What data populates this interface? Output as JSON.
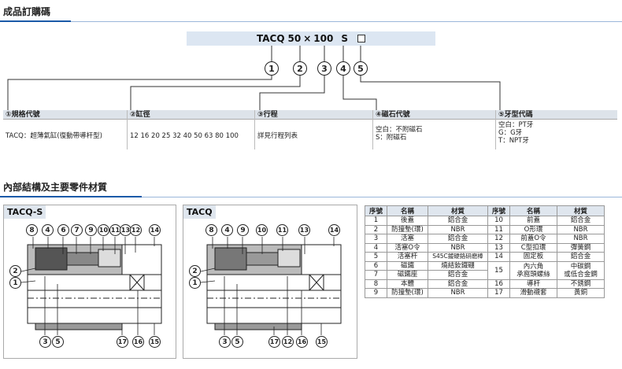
{
  "order_section": {
    "title": "成品訂購碼"
  },
  "order_code": {
    "model": "TACQ",
    "bore": "50",
    "times": "×",
    "stroke": "100",
    "magnet": "S"
  },
  "callouts": [
    "1",
    "2",
    "3",
    "4",
    "5"
  ],
  "spec_table": {
    "columns": [
      {
        "header": "①規格代號",
        "body": [
          "TACQ：超薄氣缸(復動帶導杆型)"
        ]
      },
      {
        "header": "②缸徑",
        "body": [
          "12 16 20 25 32 40 50 63  80 100"
        ]
      },
      {
        "header": "③行程",
        "body": [
          "詳見行程列表"
        ]
      },
      {
        "header": "④磁石代號",
        "body": [
          "空白：不附磁石",
          "S：附磁石"
        ]
      },
      {
        "header": "⑤牙型代碼",
        "body": [
          "空白：PT牙",
          "G：G牙",
          "T：NPT牙"
        ]
      }
    ]
  },
  "structure_section": {
    "title": "內部結構及主要零件材質"
  },
  "diagrams": {
    "left": {
      "label": "TACQ-S",
      "top_callouts": [
        "8",
        "4",
        "6",
        "7",
        "9",
        "10",
        "11",
        "13",
        "12",
        "14"
      ],
      "side_callouts": [
        "2",
        "1"
      ],
      "bottom_callouts": [
        "3",
        "5",
        "17",
        "16",
        "15"
      ]
    },
    "right": {
      "label": "TACQ",
      "top_callouts": [
        "8",
        "4",
        "9",
        "10",
        "11",
        "13",
        "14"
      ],
      "side_callouts": [
        "2",
        "1"
      ],
      "bottom_callouts": [
        "3",
        "5",
        "17",
        "12",
        "16",
        "15"
      ]
    }
  },
  "parts_table": {
    "headers": [
      "序號",
      "名稱",
      "材質",
      "序號",
      "名稱",
      "材質"
    ],
    "rows": [
      [
        "1",
        "後蓋",
        "鋁合金",
        "10",
        "前蓋",
        "鋁合金"
      ],
      [
        "2",
        "防撞墊(環)",
        "NBR",
        "11",
        "O形環",
        "NBR"
      ],
      [
        "3",
        "活塞",
        "鋁合金",
        "12",
        "前蓋O令",
        "NBR"
      ],
      [
        "4",
        "活塞O令",
        "NBR",
        "13",
        "C型扣環",
        "彈簧鋼"
      ],
      [
        "5",
        "活塞杆",
        "S45C鍍硬鉻研磨棒",
        "14",
        "固定板",
        "鋁合金"
      ],
      [
        "6",
        "磁鐵",
        "燒結釹鐵硼",
        "15",
        "內六角\n承窩頭螺絲",
        "中碳鋼\n或低合金鋼"
      ],
      [
        "7",
        "磁鐵座",
        "鋁合金",
        "",
        "",
        ""
      ],
      [
        "8",
        "本體",
        "鋁合金",
        "16",
        "導杆",
        "不銹鋼"
      ],
      [
        "9",
        "防撞墊(環)",
        "NBR",
        "17",
        "滑動襯套",
        "黃銅"
      ]
    ]
  },
  "colors": {
    "accent": "#1a5aa8",
    "header_bg": "#dfe6ee",
    "code_bg": "#dce6f2"
  }
}
